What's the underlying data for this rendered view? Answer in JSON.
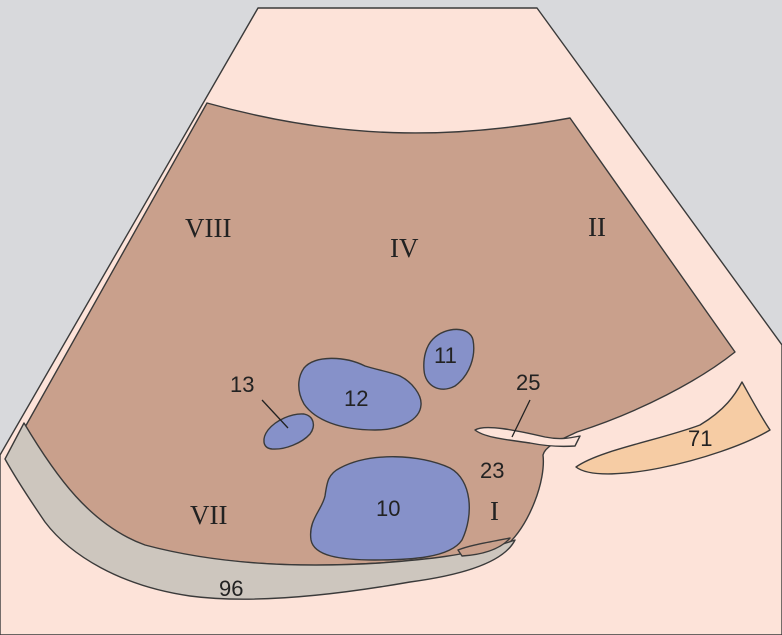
{
  "colors": {
    "background": "#d8d9dc",
    "skin": "#fde3d9",
    "liver": "#c9a08c",
    "vessel": "#8691c9",
    "diaphragm": "#cdc6be",
    "structure_71": "#f6cca4",
    "outline": "#3a3a3a"
  },
  "segments": {
    "viii": "VIII",
    "iv": "IV",
    "ii": "II",
    "vii": "VII",
    "i": "I"
  },
  "structures": {
    "s10": "10",
    "s11": "11",
    "s12": "12",
    "s13": "13",
    "s23": "23",
    "s25": "25",
    "s71": "71",
    "s96": "96"
  }
}
